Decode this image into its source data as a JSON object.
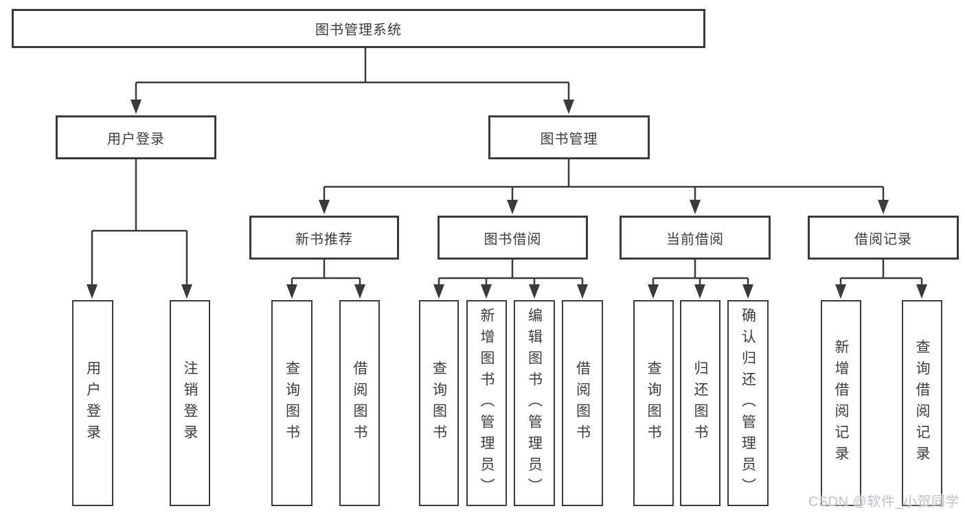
{
  "tree": {
    "root": "图书管理系统",
    "branches": [
      {
        "label": "用户登录",
        "children": [
          "用户登录",
          "注销登录"
        ]
      },
      {
        "label": "图书管理",
        "sections": [
          {
            "label": "新书推荐",
            "children": [
              "查询图书",
              "借阅图书"
            ]
          },
          {
            "label": "图书借阅",
            "children": [
              "查询图书",
              "新增图书（管理员）",
              "编辑图书（管理员）",
              "借阅图书"
            ]
          },
          {
            "label": "当前借阅",
            "children": [
              "查询图书",
              "归还图书",
              "确认归还（管理员）"
            ]
          },
          {
            "label": "借阅记录",
            "children": [
              "新增借阅记录",
              "查询借阅记录"
            ]
          }
        ]
      }
    ]
  },
  "watermark": {
    "text": "CSDN @软件_小贺同学"
  },
  "colors": {
    "line": "#3a3a3a",
    "text": "#3c3c3c",
    "background": "#ffffff",
    "watermark": "#bfc3c8"
  }
}
